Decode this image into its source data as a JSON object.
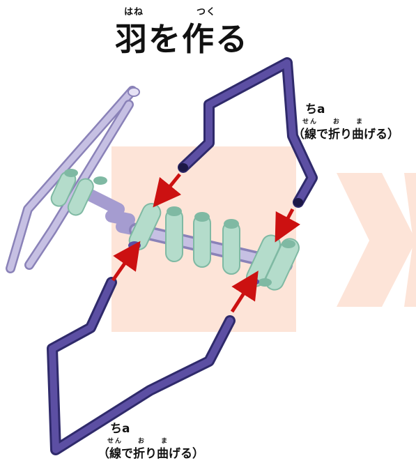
{
  "title": {
    "text": "羽を作る",
    "ruby_hane": "はね",
    "ruby_tsuku": "つく"
  },
  "labels": {
    "top_right": {
      "part": "ちa",
      "ruby": "せん　　お　　ま",
      "desc": "（線で折り曲げる）"
    },
    "bottom_left": {
      "part": "ちa",
      "ruby": "せん　　お　　ま",
      "desc": "（線で折り曲げる）"
    }
  },
  "colors": {
    "wire": "#5c4fa3",
    "wire_dark": "#2f2a6b",
    "tube": "#b4dccb",
    "tube_edge": "#7fb9a3",
    "rod": "#b9b0d9",
    "background_square": "#fde4d8",
    "arrow": "#cc1111",
    "next_chevron": "#fde4d8"
  }
}
